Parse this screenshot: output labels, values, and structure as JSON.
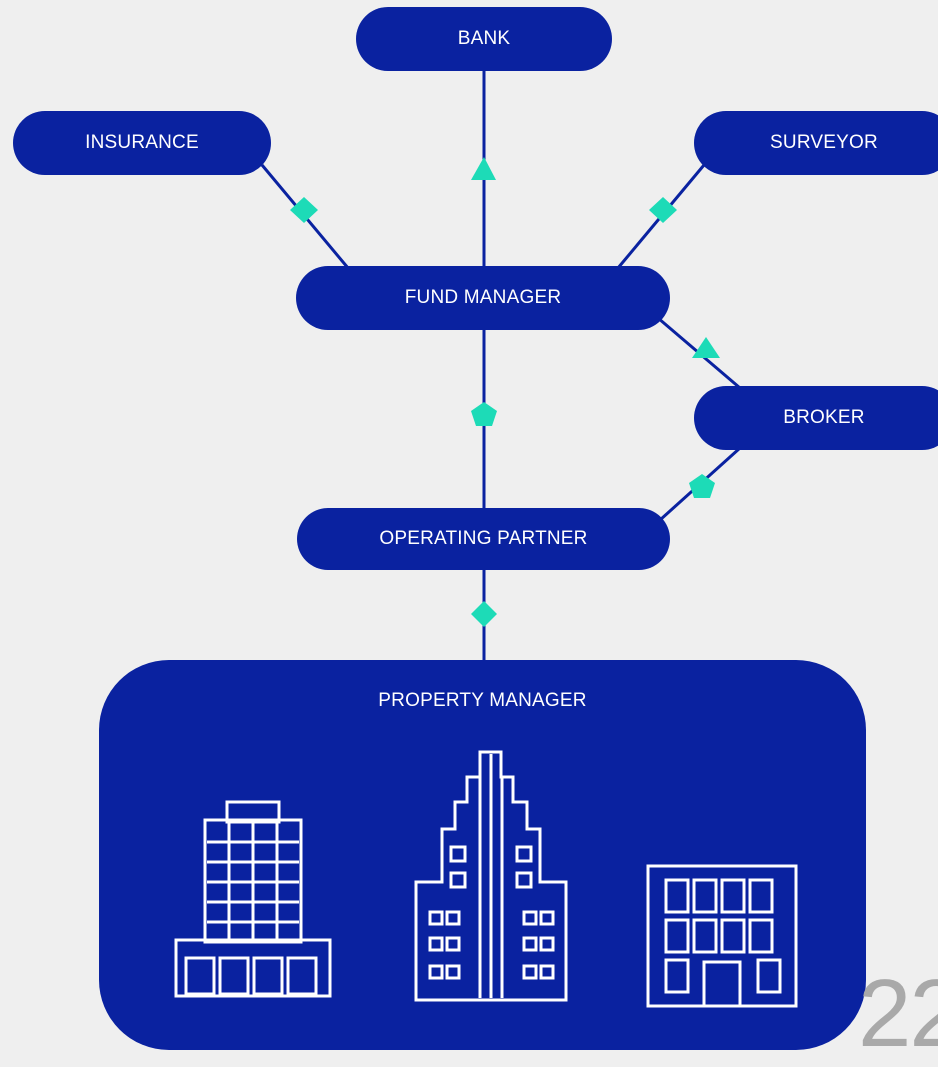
{
  "diagram": {
    "nodes": {
      "bank": "BANK",
      "insurance": "INSURANCE",
      "surveyor": "SURVEYOR",
      "fund_manager": "FUND MANAGER",
      "broker": "BROKER",
      "operating_partner": "OPERATING PARTNER",
      "property_manager": "PROPERTY MANAGER"
    },
    "page_number": "22"
  },
  "colors": {
    "node_fill": "#0a22a0",
    "connector_line": "#0a22a0",
    "marker": "#1ddbb7",
    "building_outline": "#ffffff",
    "background": "#efefef",
    "page_number": "#a9a9a9"
  },
  "icons": {
    "connector_markers": [
      "diamond-icon",
      "triangle-icon",
      "pentagon-icon"
    ],
    "buildings": [
      "office-tower-icon",
      "skyscraper-icon",
      "apartment-block-icon"
    ]
  }
}
